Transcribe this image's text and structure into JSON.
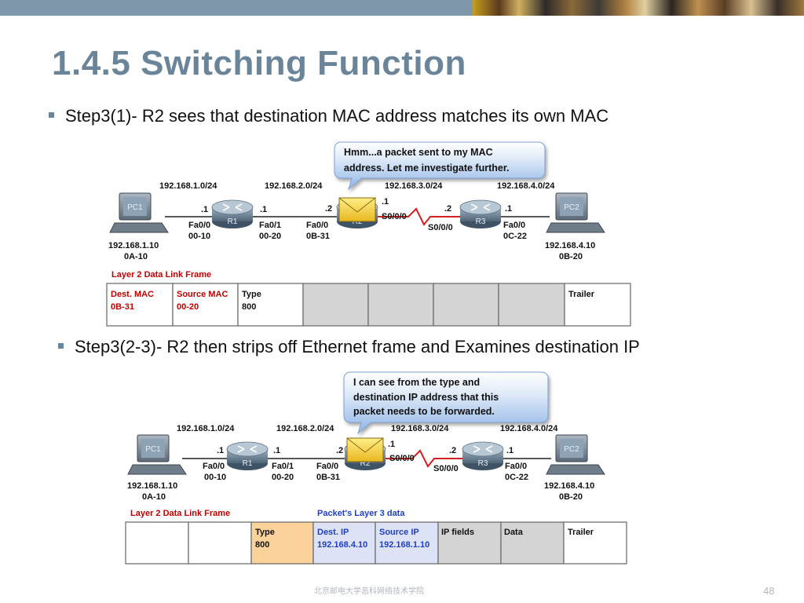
{
  "slide": {
    "title": "1.4.5 Switching Function",
    "bullets": [
      "Step3(1)- R2 sees that destination MAC address matches its own MAC",
      "Step3(2-3)- R2 then strips off Ethernet frame and Examines destination IP"
    ],
    "footer": "北京邮电大学恶科网络技术学院",
    "page_number": "48"
  },
  "diagram1": {
    "callout": [
      "Hmm...a packet sent to my MAC",
      "address. Let me investigate further."
    ],
    "networks": [
      "192.168.1.0/24",
      "192.168.2.0/24",
      "192.168.3.0/24",
      "192.168.4.0/24"
    ],
    "pc1": {
      "name": "PC1",
      "ip": "192.168.1.10",
      "mac": "0A-10"
    },
    "pc2": {
      "name": "PC2",
      "ip": "192.168.4.10",
      "mac": "0B-20"
    },
    "r1": {
      "name": "R1",
      "left_host": ".1",
      "right_host": ".1",
      "left_if": "Fa0/0",
      "left_mac": "00-10",
      "right_if": "Fa0/1",
      "right_mac": "00-20"
    },
    "r2": {
      "name": "R2",
      "left_host": ".2",
      "right_host": ".1",
      "left_if": "Fa0/0",
      "left_mac": "0B-31",
      "right_if": "S0/0/0"
    },
    "r3": {
      "name": "R3",
      "left_host": ".2",
      "right_host": ".1",
      "left_if": "S0/0/0",
      "right_if": "Fa0/0",
      "right_mac": "0C-22"
    },
    "frame_label": "Layer 2 Data Link Frame",
    "frame": {
      "dest_label": "Dest. MAC",
      "dest_value": "0B-31",
      "src_label": "Source MAC",
      "src_value": "00-20",
      "type_label": "Type",
      "type_value": "800",
      "trailer": "Trailer"
    }
  },
  "diagram2": {
    "callout": [
      "I can see from the type and",
      "destination IP address that this",
      "packet needs to be forwarded."
    ],
    "networks": [
      "192.168.1.0/24",
      "192.168.2.0/24",
      "192.168.3.0/24",
      "192.168.4.0/24"
    ],
    "pc1": {
      "name": "PC1",
      "ip": "192.168.1.10",
      "mac": "0A-10"
    },
    "pc2": {
      "name": "PC2",
      "ip": "192.168.4.10",
      "mac": "0B-20"
    },
    "r1": {
      "name": "R1",
      "left_host": ".1",
      "right_host": ".1",
      "left_if": "Fa0/0",
      "left_mac": "00-10",
      "right_if": "Fa0/1",
      "right_mac": "00-20"
    },
    "r2": {
      "name": "R2",
      "left_host": ".2",
      "right_host": ".1",
      "left_if": "Fa0/0",
      "left_mac": "0B-31",
      "right_if": "S0/0/0"
    },
    "r3": {
      "name": "R3",
      "left_host": ".2",
      "right_host": ".1",
      "left_if": "S0/0/0",
      "right_if": "Fa0/0",
      "right_mac": "0C-22"
    },
    "frame_label": "Layer 2 Data Link Frame",
    "packet_label": "Packet's Layer 3 data",
    "frame": {
      "type_label": "Type",
      "type_value": "800",
      "dest_ip_label": "Dest. IP",
      "dest_ip_value": "192.168.4.10",
      "src_ip_label": "Source IP",
      "src_ip_value": "192.168.1.10",
      "ip_fields": "IP fields",
      "data": "Data",
      "trailer": "Trailer"
    }
  },
  "colors": {
    "title": "#6a8499",
    "frame_label": "#c00000",
    "packet_label": "#1f3fbf",
    "type_cell": "#fbd29a",
    "ip_cell": "#dde2f6",
    "gray_cell": "#d4d4d4",
    "serial_link": "#d42020"
  }
}
